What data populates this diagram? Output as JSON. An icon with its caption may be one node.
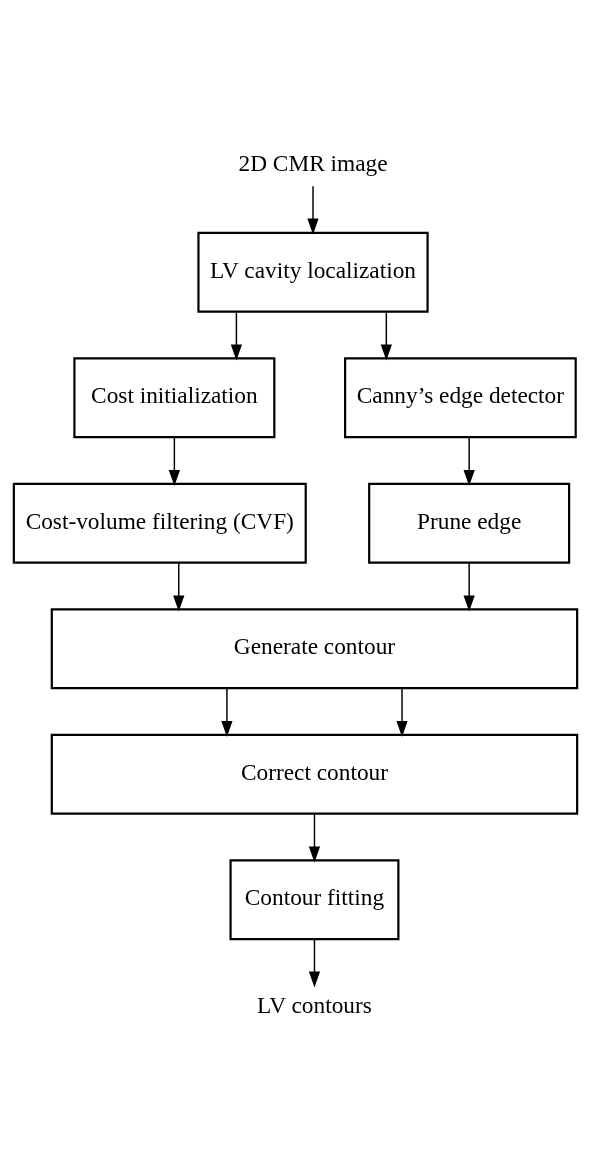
{
  "diagram": {
    "nodes": [
      {
        "text": [
          "2D CMR image"
        ]
      },
      {
        "text": [
          "LV cavity localization"
        ]
      },
      {
        "text": [
          "Cost initialization"
        ]
      },
      {
        "text": [
          "Canny’s edge detector"
        ]
      },
      {
        "text": [
          "Cost-volume filtering (CVF)"
        ]
      },
      {
        "text": [
          "Prune edge"
        ]
      },
      {
        "text": [
          "Generate contour"
        ]
      },
      {
        "text": [
          "Correct contour"
        ]
      },
      {
        "text": [
          "Contour fitting"
        ]
      },
      {
        "text": [
          "LV contours"
        ]
      }
    ],
    "edges": [
      {
        "from": 0,
        "to": 1,
        "arrow": "to"
      },
      {
        "from": 1,
        "to": 2,
        "arrow": "to"
      },
      {
        "from": 1,
        "to": 3,
        "arrow": "to"
      },
      {
        "from": 2,
        "to": 4,
        "arrow": "to"
      },
      {
        "from": 3,
        "to": 5,
        "arrow": "to"
      },
      {
        "from": 4,
        "to": 6,
        "arrow": "to"
      },
      {
        "from": 5,
        "to": 6,
        "arrow": "to"
      },
      {
        "from": 6,
        "to": 7,
        "arrow": "to"
      },
      {
        "from": 6,
        "to": 7,
        "arrow": "to"
      },
      {
        "from": 7,
        "to": 8,
        "arrow": "to"
      },
      {
        "from": 8,
        "to": 9,
        "arrow": "to"
      }
    ]
  }
}
